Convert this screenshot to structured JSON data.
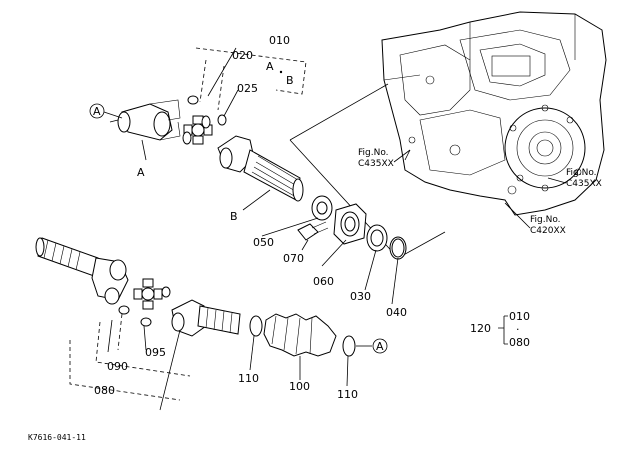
{
  "callouts": {
    "p010": "010",
    "p020": "020",
    "p025": "025",
    "p030": "030",
    "p040": "040",
    "p050": "050",
    "p060": "060",
    "p070": "070",
    "p080": "080",
    "p090": "090",
    "p095": "095",
    "p100": "100",
    "p110a": "110",
    "p110b": "110",
    "p120": "120"
  },
  "markers": {
    "A_top": "A",
    "B_top": "B",
    "A_circle_left": "A",
    "A_label": "A",
    "B_label": "B",
    "A_circle_right": "A"
  },
  "fig_refs": [
    {
      "line1": "Fig.No.",
      "line2": "C435XX"
    },
    {
      "line1": "Fig.No.",
      "line2": "C435XX"
    },
    {
      "line1": "Fig.No.",
      "line2": "C420XX"
    }
  ],
  "legend": {
    "top": "010",
    "dot": "·",
    "bottom": "080"
  },
  "footer": "K7616-041-11"
}
